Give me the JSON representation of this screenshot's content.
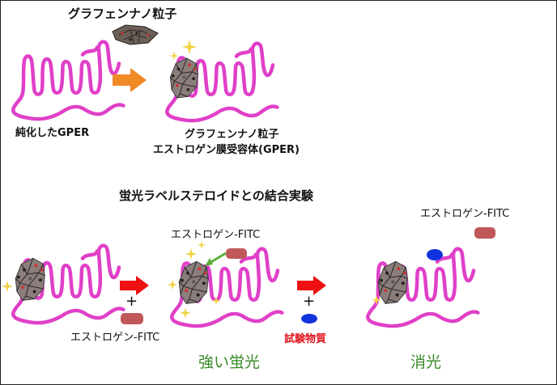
{
  "section1": {
    "title": "グラフェンナノ粒子",
    "left_caption": "純化したGPER",
    "right_caption_line1": "グラフェンナノ粒子",
    "right_caption_line2": "エストロゲン膜受容体(GPER)"
  },
  "section2": {
    "title": "蛍光ラベルステロイドとの結合実験",
    "estrogen_fitc_label": "エストロゲン-FITC",
    "plus": "+",
    "test_substance_label": "試験物質",
    "strong_fluorescence_label": "強い蛍光",
    "quenching_label": "消光"
  },
  "colors": {
    "receptor": "#e040c8",
    "arrow_orange": "#ef8a26",
    "arrow_red": "#ee1111",
    "fitc_tag": "#c0585a",
    "test_substance": "#1133dd",
    "spark": "#f2d44a",
    "green_text": "#3a8a2a",
    "red_text": "#e0141c"
  }
}
